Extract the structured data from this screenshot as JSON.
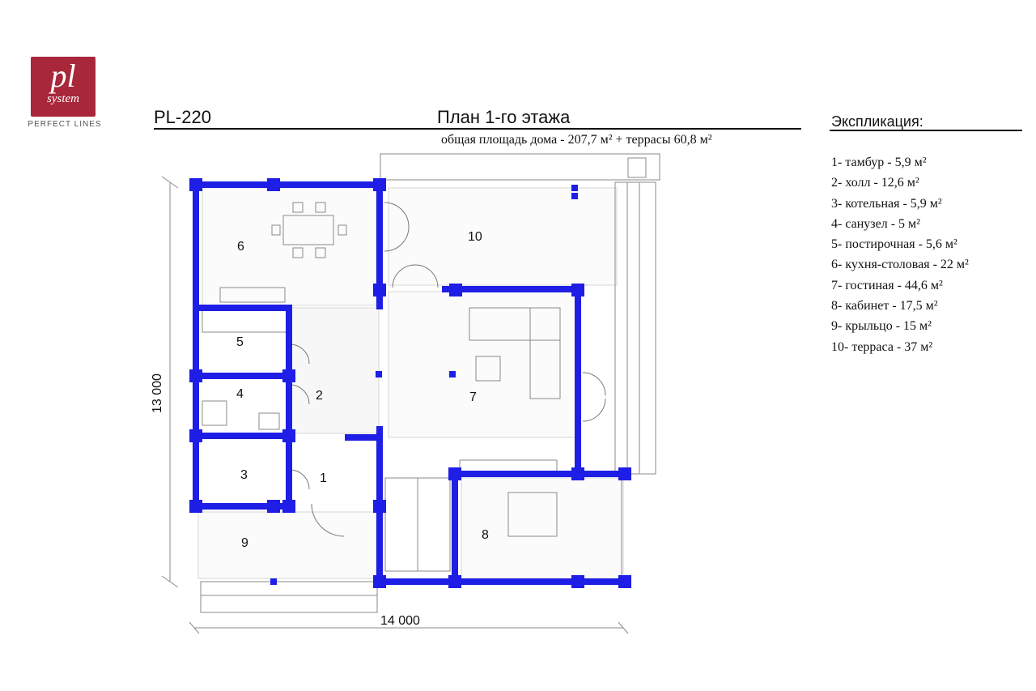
{
  "logo": {
    "mark": "pl",
    "word": "system",
    "tagline": "PERFECT LINES"
  },
  "header": {
    "code": "PL-220",
    "title": "План 1-го этажа",
    "area_line": "общая площадь дома - 207,7 м² + террасы 60,8 м²"
  },
  "explication": {
    "title": "Экспликация:",
    "items": [
      "1- тамбур - 5,9 м²",
      "2- холл - 12,6 м²",
      "3- котельная - 5,9 м²",
      "4- санузел - 5 м²",
      "5- постирочная - 5,6 м²",
      "6- кухня-столовая - 22 м²",
      "7- гостиная - 44,6 м²",
      "8- кабинет - 17,5 м²",
      "9- крыльцо - 15 м²",
      "10- терраса - 37 м²"
    ]
  },
  "plan": {
    "rooms": [
      "1",
      "2",
      "3",
      "4",
      "5",
      "6",
      "7",
      "8",
      "9",
      "10"
    ],
    "dim_width": "14 000",
    "dim_height": "13 000"
  },
  "colors": {
    "wall": "#1e1ee6",
    "logo": "#a8273a",
    "line": "#9a9a9a"
  }
}
